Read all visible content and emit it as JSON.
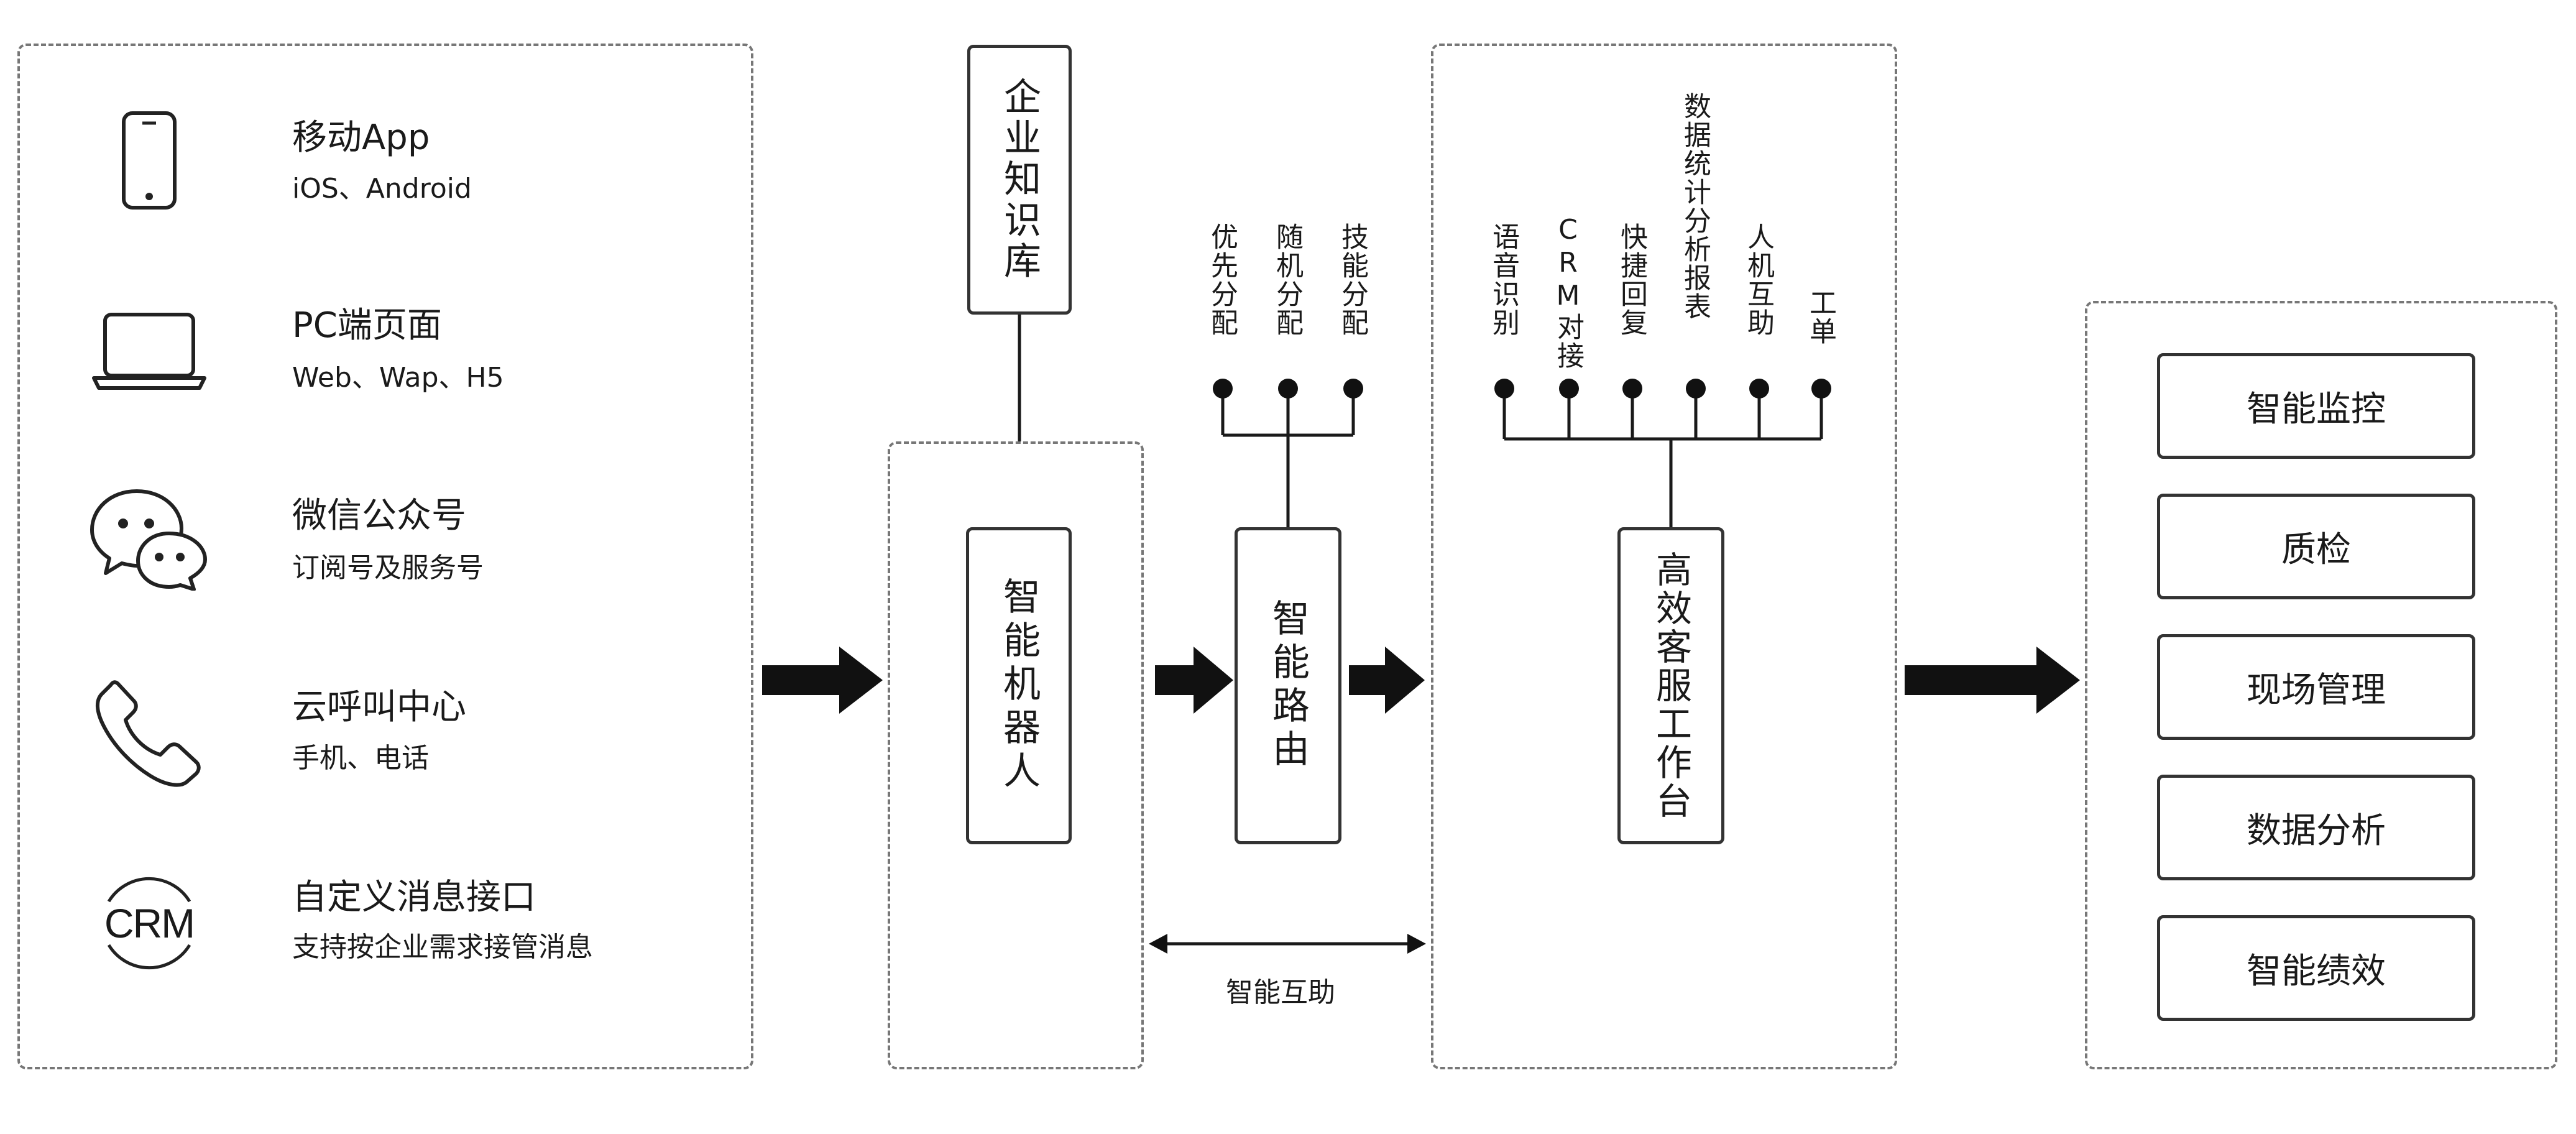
{
  "sources": [
    {
      "icon": "mobile-phone-icon",
      "title": "移动App",
      "subtitle": "iOS、Android"
    },
    {
      "icon": "laptop-icon",
      "title": "PC端页面",
      "subtitle": "Web、Wap、H5"
    },
    {
      "icon": "wechat-icon",
      "title": "微信公众号",
      "subtitle": "订阅号及服务号"
    },
    {
      "icon": "phone-handset-icon",
      "title": "云呼叫中心",
      "subtitle": "手机、电话"
    },
    {
      "icon": "crm-icon",
      "title": "自定义消息接口",
      "subtitle": "支持按企业需求接管消息"
    }
  ],
  "crm_icon_text": "CRM",
  "knowledge_base": "企业知识库",
  "robot": "智能机器人",
  "router": {
    "label": "智能路由",
    "options": [
      "优先分配",
      "随机分配",
      "技能分配"
    ]
  },
  "workbench": {
    "label": "高效客服工作台",
    "features": [
      "语音识别",
      "CRM对接",
      "快捷回复",
      "数据统计分析报表",
      "人机互助",
      "工单"
    ]
  },
  "mutual_help": "智能互助",
  "outputs": [
    "智能监控",
    "质检",
    "现场管理",
    "数据分析",
    "智能绩效"
  ],
  "colors": {
    "line": "#1a1a1a",
    "border": "#333333",
    "dashed": "#777777"
  }
}
